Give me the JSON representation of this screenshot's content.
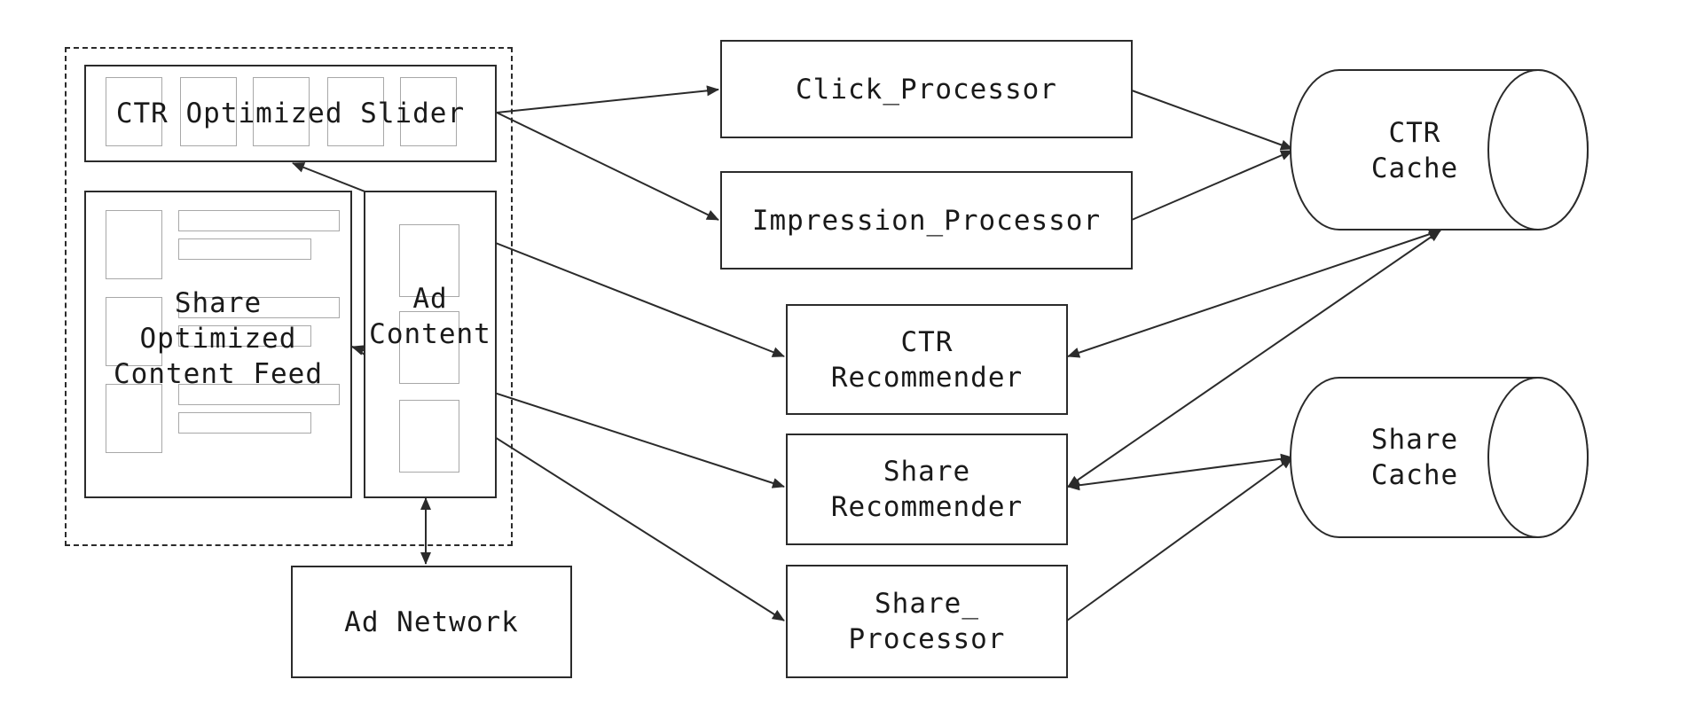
{
  "client": {
    "slider_label": "CTR Optimized Slider",
    "feed_label": "Share\nOptimized\nContent Feed",
    "ad_label": "Ad\nContent"
  },
  "services": {
    "click_processor": "Click_Processor",
    "impression_processor": "Impression_Processor",
    "ctr_recommender": "CTR\nRecommender",
    "share_recommender": "Share\nRecommender",
    "share_processor": "Share_\nProcessor",
    "ad_network": "Ad Network"
  },
  "caches": {
    "ctr_cache": "CTR\nCache",
    "share_cache": "Share\nCache"
  }
}
